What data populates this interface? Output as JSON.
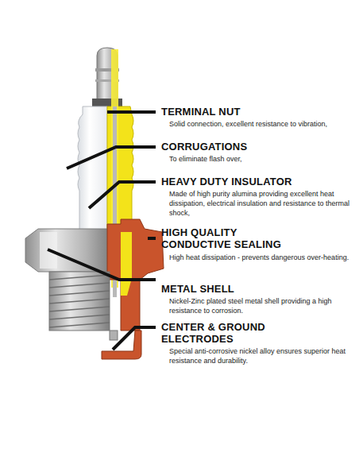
{
  "diagram": {
    "labels": [
      "TERMINAL NUT",
      "Solid connection, excellent resistance to vibration,",
      "CORRUGATIONS",
      "To eliminate flash over,",
      "HEAVY DUTY INSULATOR",
      "Made of high purity alumina providing excellent heat dissipation, electrical insulation and resistance to thermal shock,",
      "HIGH QUALITY CONDUCTIVE SEALING",
      "High heat dissipation - prevents dangerous over-heating.",
      "METAL SHELL",
      "Nickel-Zinc plated steel metal shell providing a high resistance to corrosion.",
      "CENTER & GROUND ELECTRODES",
      "Special anti-corrosive nickel alloy ensures superior heat resistance and durability."
    ]
  }
}
